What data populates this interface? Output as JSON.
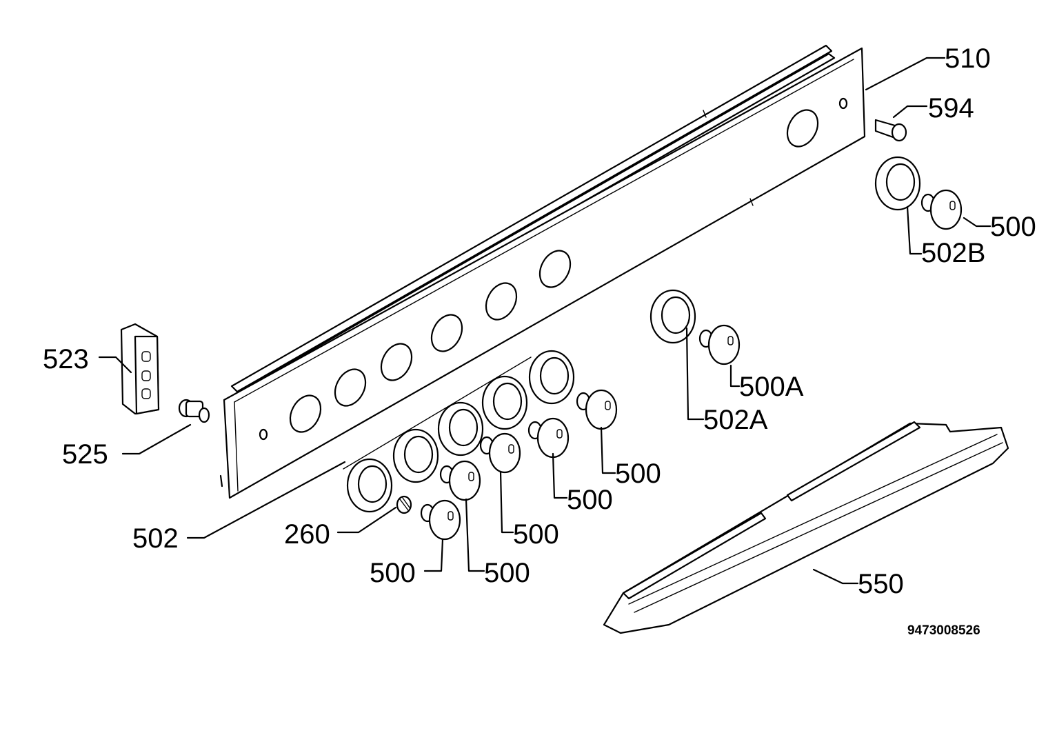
{
  "labels": {
    "l510": "510",
    "l594": "594",
    "l500_r": "500",
    "l502b": "502B",
    "l523": "523",
    "l525": "525",
    "l500a": "500A",
    "l502a": "502A",
    "l500_1": "500",
    "l500_2": "500",
    "l500_3": "500",
    "l502": "502",
    "l260": "260",
    "l500_4": "500",
    "l500_5": "500",
    "l550": "550"
  },
  "drawing_code": "9473008526"
}
